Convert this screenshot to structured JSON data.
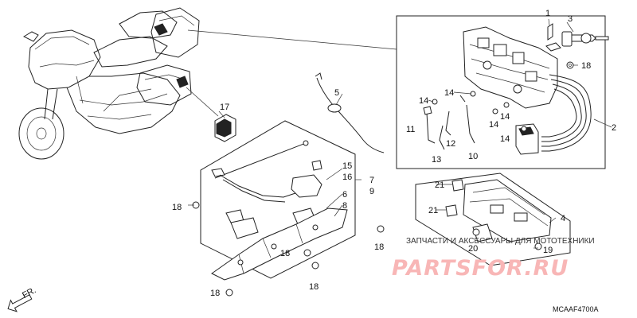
{
  "diagram": {
    "callouts": [
      "1",
      "2",
      "3",
      "4",
      "5",
      "6",
      "7",
      "8",
      "9",
      "10",
      "11",
      "12",
      "13",
      "14",
      "15",
      "16",
      "17",
      "18",
      "19",
      "20",
      "21"
    ],
    "direction_label": "FR.",
    "drawing_code": "MCAAF4700A"
  },
  "watermark": {
    "subtitle": "ЗАПЧАСТИ И АКСЕССУАРЫ ДЛЯ МОТОТЕХНИКИ",
    "brand": "PARTSFOR.RU"
  }
}
